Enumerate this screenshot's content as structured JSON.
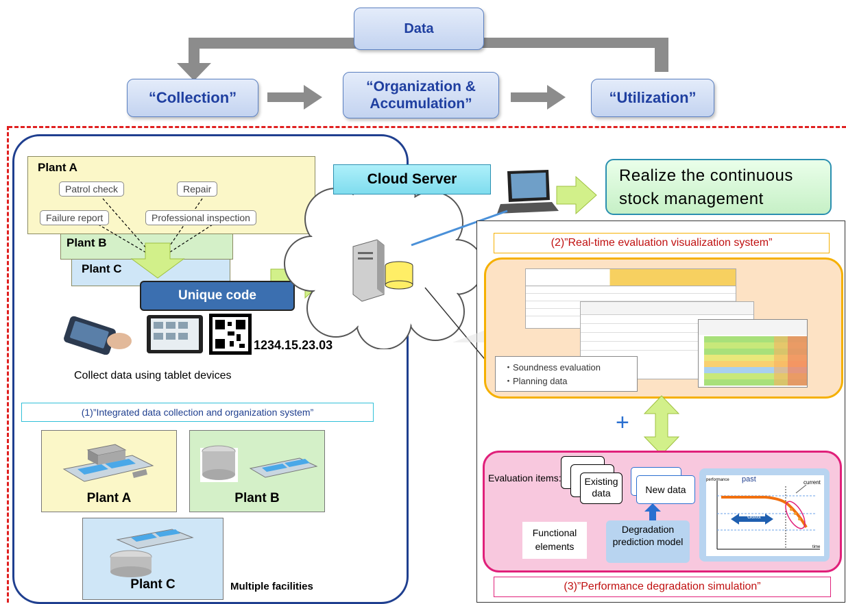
{
  "top": {
    "data_label": "Data",
    "collection_label": "“Collection”",
    "organization_label": "“Organization & Accumulation”",
    "utilization_label": "“Utilization”"
  },
  "left": {
    "plant_a": "Plant A",
    "plant_b": "Plant B",
    "plant_c": "Plant C",
    "patrol_check": "Patrol check",
    "repair": "Repair",
    "failure_report": "Failure report",
    "professional_inspection": "Professional inspection",
    "unique_code": "Unique code",
    "code_number": "1234.15.23.03",
    "collect_caption": "Collect data using tablet devices",
    "system1_title": "(1)”Integrated data collection and organization system”",
    "facility_a": "Plant A",
    "facility_b": "Plant B",
    "facility_c": "Plant C",
    "multiple_facilities": "Multiple facilities"
  },
  "cloud": {
    "server_label": "Cloud Server"
  },
  "right": {
    "realize_text": "Realize the continuous stock management",
    "system2_title": "(2)”Real-time evaluation visualization system”",
    "note_line1": "・Soundness evaluation",
    "note_line2": "・Planning data",
    "plus": "+",
    "evaluation_items": "Evaluation items:",
    "existing_data": "Existing data",
    "new_data": "New data",
    "functional_elements": "Functional elements",
    "degradation_model": "Degradation prediction model",
    "graph_past": "past",
    "graph_current": "current",
    "graph_data": "data",
    "graph_performance": "performance",
    "graph_time": "time",
    "system3_title": "(3)”Performance degradation simulation”"
  },
  "colors": {
    "flow_blue": "#1f3fa0",
    "red_dash": "#e02020",
    "left_frame": "#1f3f8f",
    "plant_a_bg": "#fbf7c8",
    "plant_b_bg": "#d4f0c8",
    "plant_c_bg": "#cfe6f7",
    "unique_code_bg": "#3b6fb0",
    "green_arrow": "#d2f08a",
    "orange_frame": "#f5b000",
    "pink_frame": "#e0207a"
  }
}
